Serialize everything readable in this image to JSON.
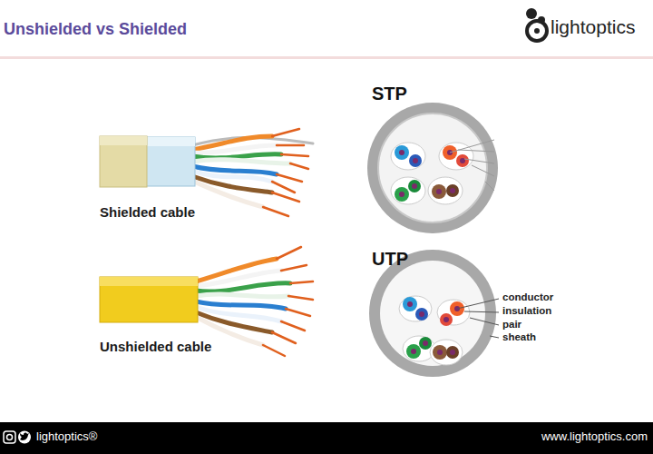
{
  "diagram": {
    "title": "Unshielded vs Shielded",
    "labels": [
      "lightoptics",
      "Shielded cable",
      "Unshielded cable",
      "STP",
      "UTP",
      "conductor",
      "insulation",
      "pair",
      "sheath",
      "lightoptics®",
      "www.lightoptics.com"
    ]
  }
}
